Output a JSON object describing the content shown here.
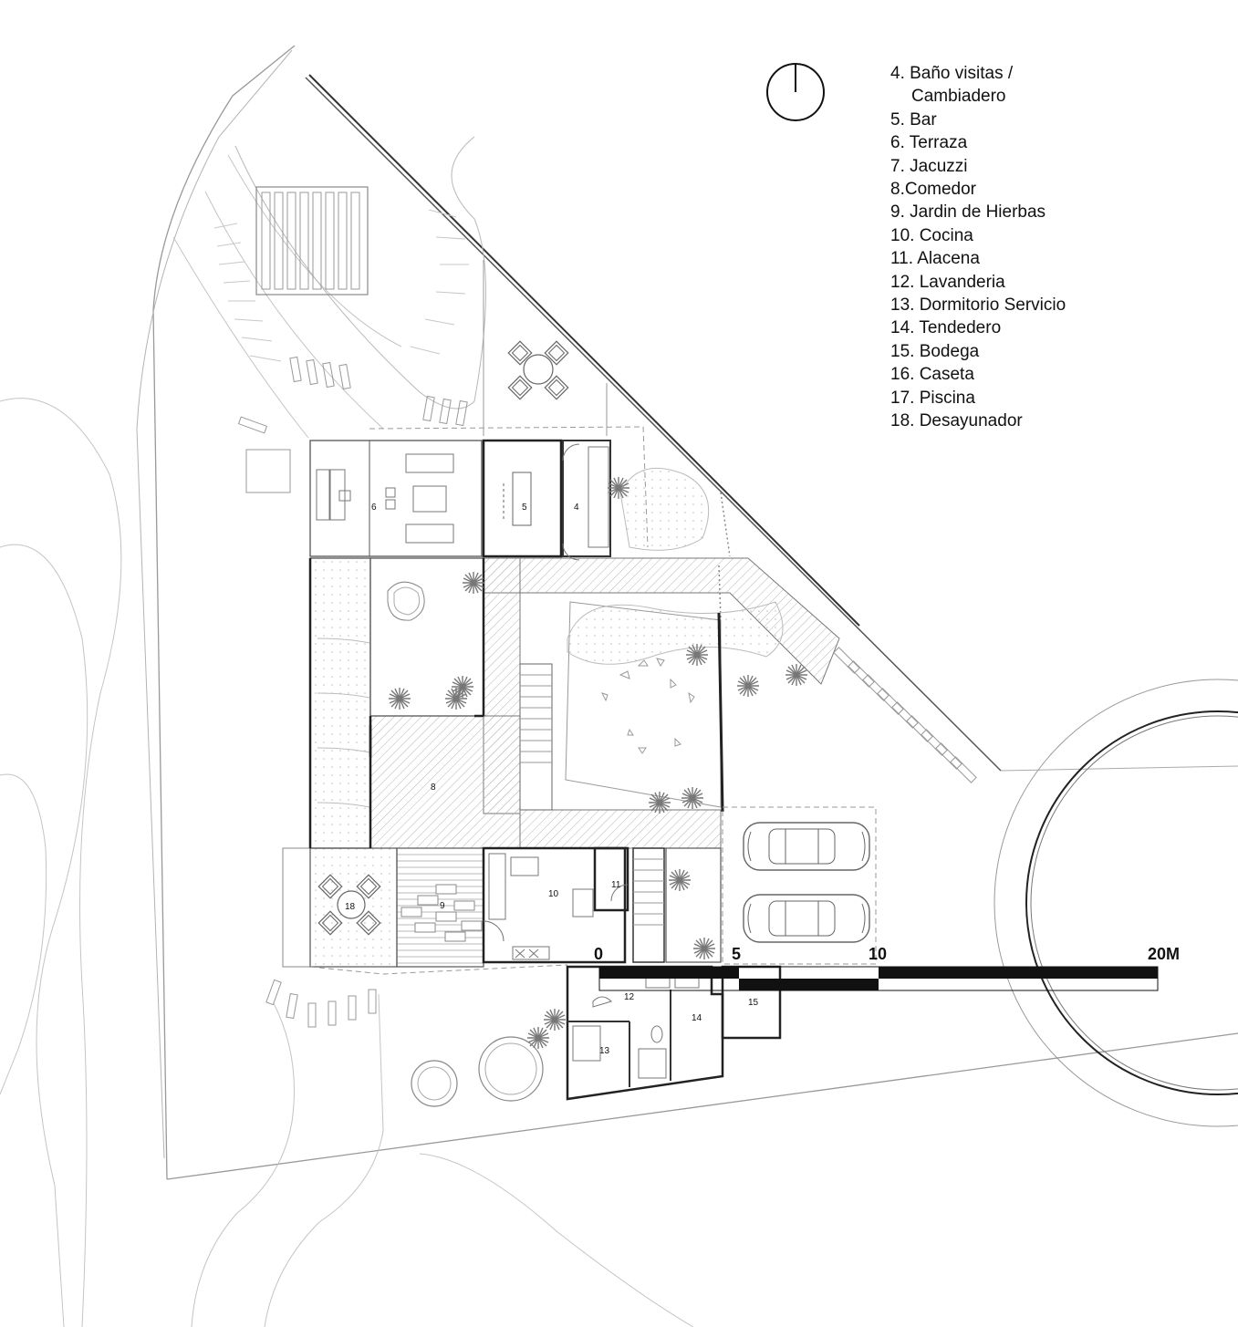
{
  "legend": [
    "4. Baño visitas /",
    "Cambiadero",
    "5. Bar",
    "6. Terraza",
    "7. Jacuzzi",
    "8.Comedor",
    "9. Jardin de Hierbas",
    "10. Cocina",
    "11. Alacena",
    "12. Lavanderia",
    "13. Dormitorio Servicio",
    "14. Tendedero",
    "15. Bodega",
    "16. Caseta",
    "17. Piscina",
    "18. Desayunador"
  ],
  "room_numbers": [
    "4",
    "5",
    "6",
    "8",
    "9",
    "10",
    "11",
    "12",
    "13",
    "14",
    "15",
    "18"
  ],
  "scale_bar": [
    "0",
    "5",
    "10",
    "20M"
  ],
  "icons": [
    "north-arrow-icon",
    "car-icon",
    "table-chairs-icon",
    "plant-icon",
    "tree-icon"
  ]
}
